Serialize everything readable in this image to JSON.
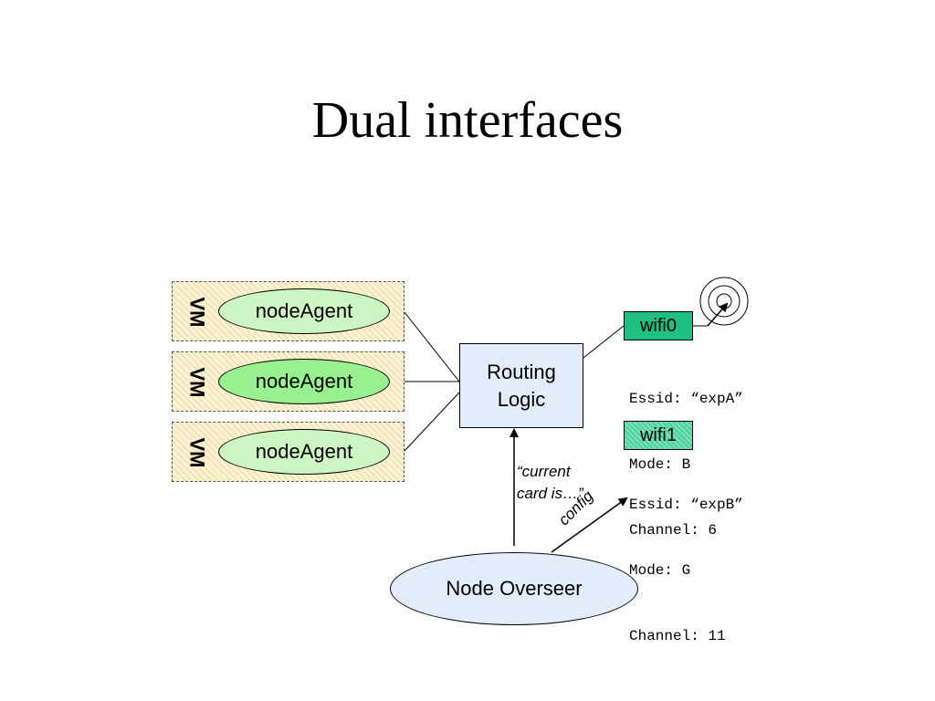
{
  "slide": {
    "title": "Dual interfaces"
  },
  "vms": [
    {
      "label": "VM",
      "agent": "nodeAgent",
      "agent_color": "#ccf5c3"
    },
    {
      "label": "VM",
      "agent": "nodeAgent",
      "agent_color": "#99f090"
    },
    {
      "label": "VM",
      "agent": "nodeAgent",
      "agent_color": "#ccf5c3"
    }
  ],
  "routing": {
    "line1": "Routing",
    "line2": "Logic"
  },
  "wifi0": {
    "label": "wifi0",
    "essid": "Essid: “expA”",
    "mode": "Mode: B",
    "channel": "Channel: 6"
  },
  "wifi1": {
    "label": "wifi1",
    "essid": "Essid: “expB”",
    "mode": "Mode: G",
    "channel": "Channel: 11"
  },
  "overseer": {
    "label": "Node Overseer"
  },
  "annotations": {
    "current_line1": "“current",
    "current_line2": "card is…”",
    "config": "config"
  },
  "icons": {
    "antenna": "antenna-signal-icon"
  }
}
